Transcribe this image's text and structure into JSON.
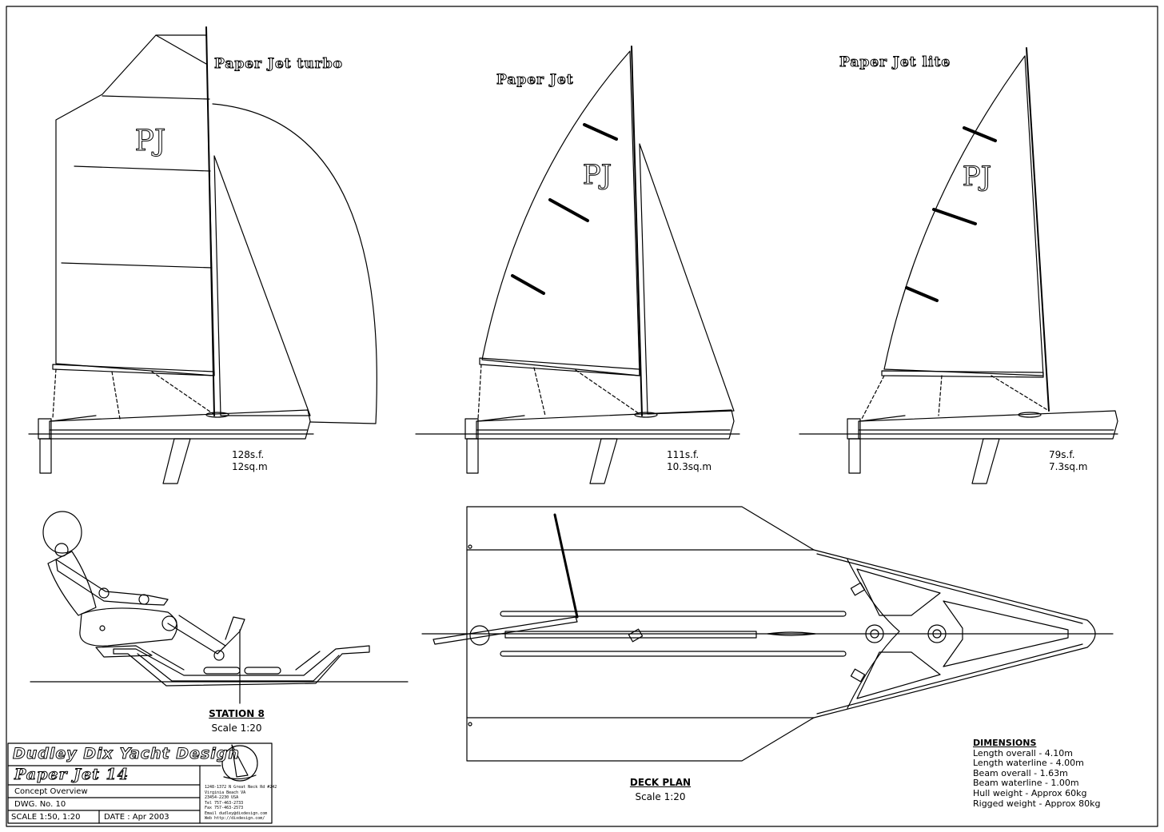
{
  "boats": [
    {
      "title": "Paper Jet turbo",
      "sail_logo": "PJ",
      "area_sf": "128s.f.",
      "area_sqm": "12sq.m"
    },
    {
      "title": "Paper Jet",
      "sail_logo": "PJ",
      "area_sf": "111s.f.",
      "area_sqm": "10.3sq.m"
    },
    {
      "title": "Paper Jet lite",
      "sail_logo": "PJ",
      "area_sf": "79s.f.",
      "area_sqm": "7.3sq.m"
    }
  ],
  "station": {
    "title": "STATION 8",
    "scale": "Scale 1:20"
  },
  "deck_plan": {
    "title": "DECK PLAN",
    "scale": "Scale 1:20"
  },
  "dimensions": {
    "heading": "DIMENSIONS",
    "items": [
      "Length overall  -  4.10m",
      "Length waterline  -  4.00m",
      "Beam overall  -  1.63m",
      "Beam waterline  -  1.00m",
      "Hull weight  -  Approx 60kg",
      "Rigged weight  -  Approx 80kg"
    ]
  },
  "title_block": {
    "firm": "Dudley Dix Yacht Design",
    "project": "Paper Jet 14",
    "subject": "Concept Overview",
    "dwg": "DWG. No.  10",
    "scale": "SCALE  1:50,   1:20",
    "date": "DATE : Apr 2003",
    "address": "1248-1372 N Great Neck Rd #242\nVirginia Beach VA\n23454-2230 USA\nTel 757-463-2733\nFax 757-463-2573\nEmail dudley@dixdesign.com\nWeb http://dixdesign.com/"
  }
}
